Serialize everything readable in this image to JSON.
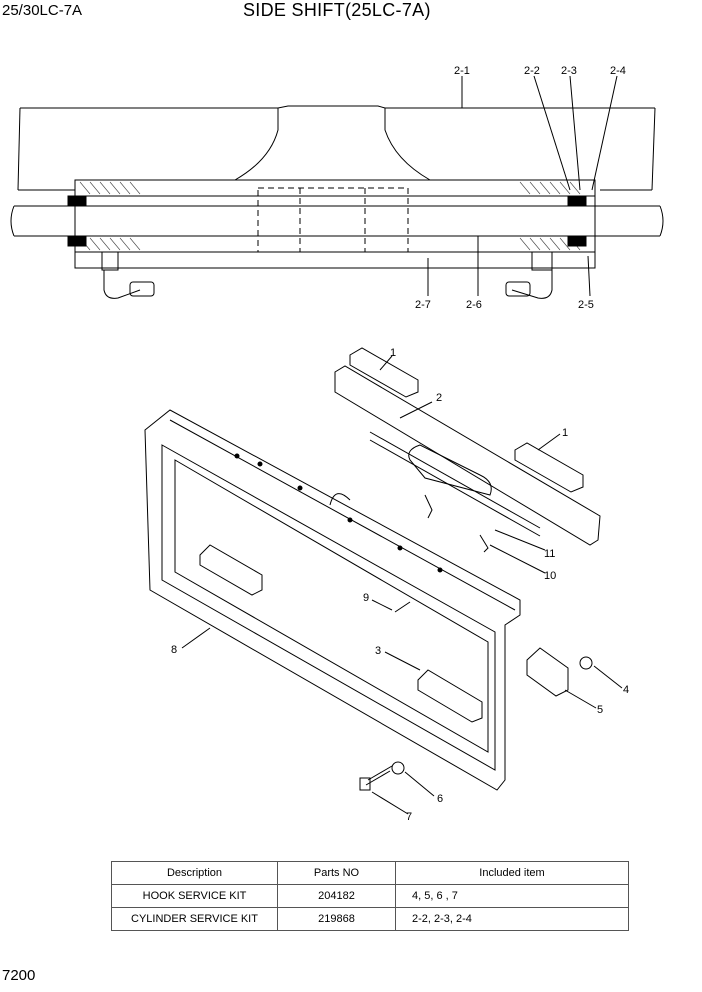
{
  "header": {
    "model": "25/30LC-7A",
    "title": "SIDE SHIFT(25LC-7A)"
  },
  "footer": {
    "page": "7200"
  },
  "section_callouts": [
    "2-1",
    "2-2",
    "2-3",
    "2-4",
    "2-7",
    "2-6",
    "2-5"
  ],
  "exploded_callouts": [
    "1",
    "2",
    "1",
    "11",
    "10",
    "9",
    "3",
    "8",
    "4",
    "5",
    "6",
    "7"
  ],
  "table": {
    "headers": [
      "Description",
      "Parts NO",
      "Included item"
    ],
    "rows": [
      [
        "HOOK SERVICE KIT",
        "204182",
        "4, 5, 6 , 7"
      ],
      [
        "CYLINDER SERVICE KIT",
        "219868",
        "2-2, 2-3, 2-4"
      ]
    ]
  }
}
